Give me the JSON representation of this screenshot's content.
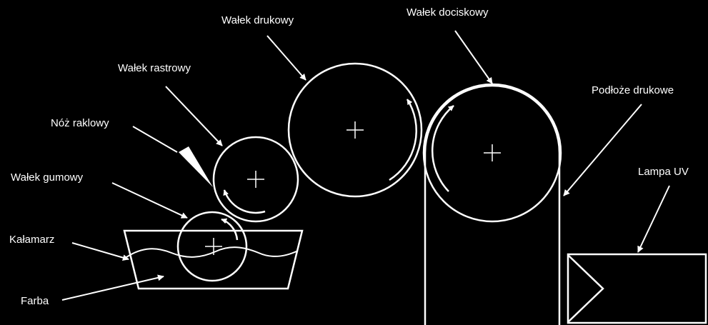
{
  "colors": {
    "background": "#000000",
    "foreground": "#ffffff"
  },
  "labels": {
    "walek_drukowy": "Wałek drukowy",
    "walek_dociskowy": "Wałek dociskowy",
    "walek_rastrowy": "Wałek rastrowy",
    "podloze_drukowe": "Podłoże drukowe",
    "noz_raklowy": "Nóż raklowy",
    "walek_gumowy": "Wałek gumowy",
    "lampa_uv": "Lampa UV",
    "kalamarz": "Kałamarz",
    "farba": "Farba"
  }
}
